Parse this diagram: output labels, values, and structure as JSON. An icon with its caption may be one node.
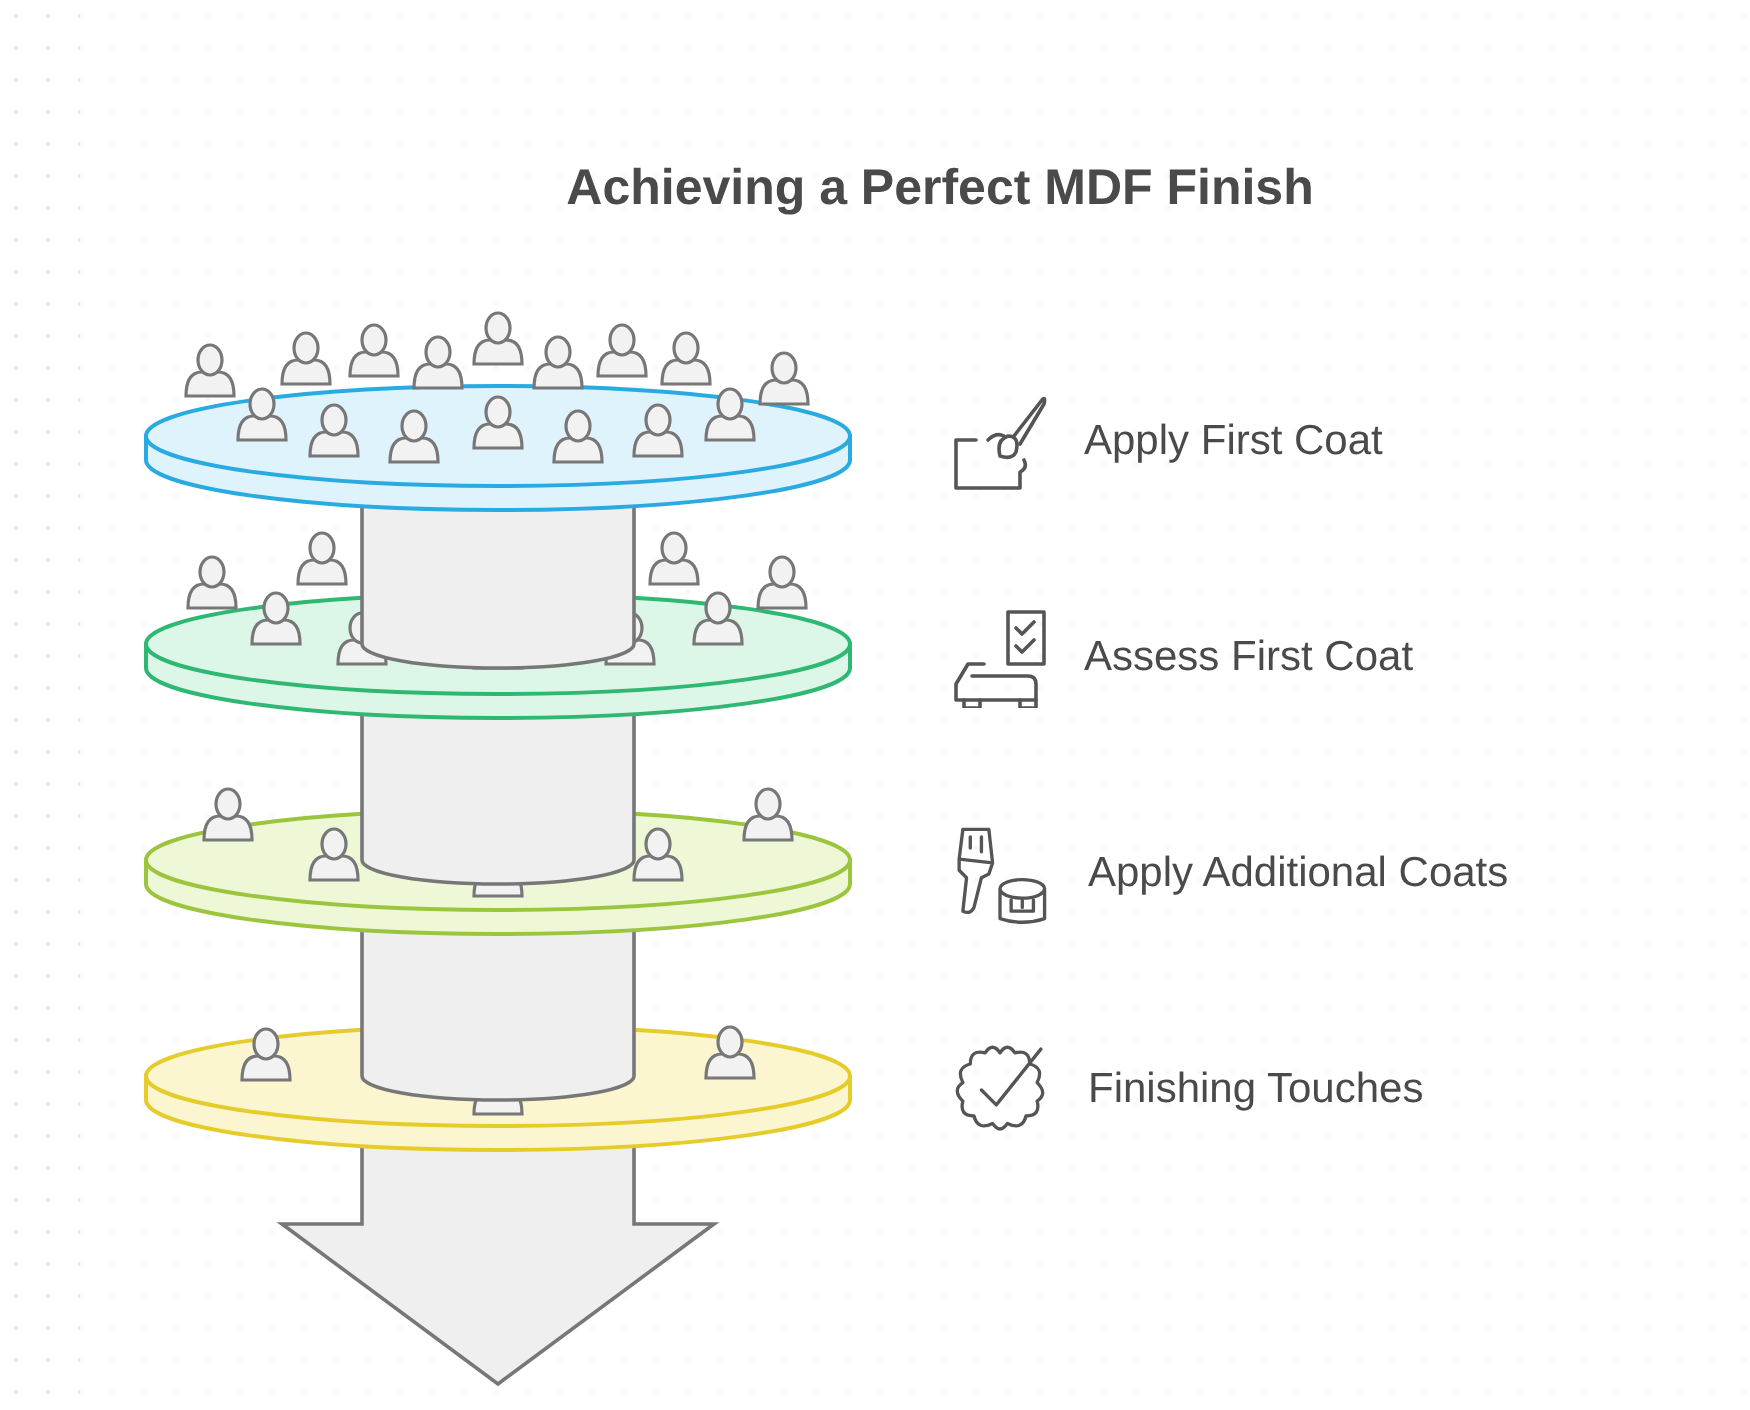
{
  "diagram": {
    "title": "Achieving a Perfect MDF Finish",
    "nodes": [
      {
        "text": [
          "Apply First Coat"
        ]
      },
      {
        "text": [
          "Assess First Coat"
        ]
      },
      {
        "text": [
          "Apply Additional Coats"
        ]
      },
      {
        "text": [
          "Finishing Touches"
        ]
      }
    ]
  }
}
